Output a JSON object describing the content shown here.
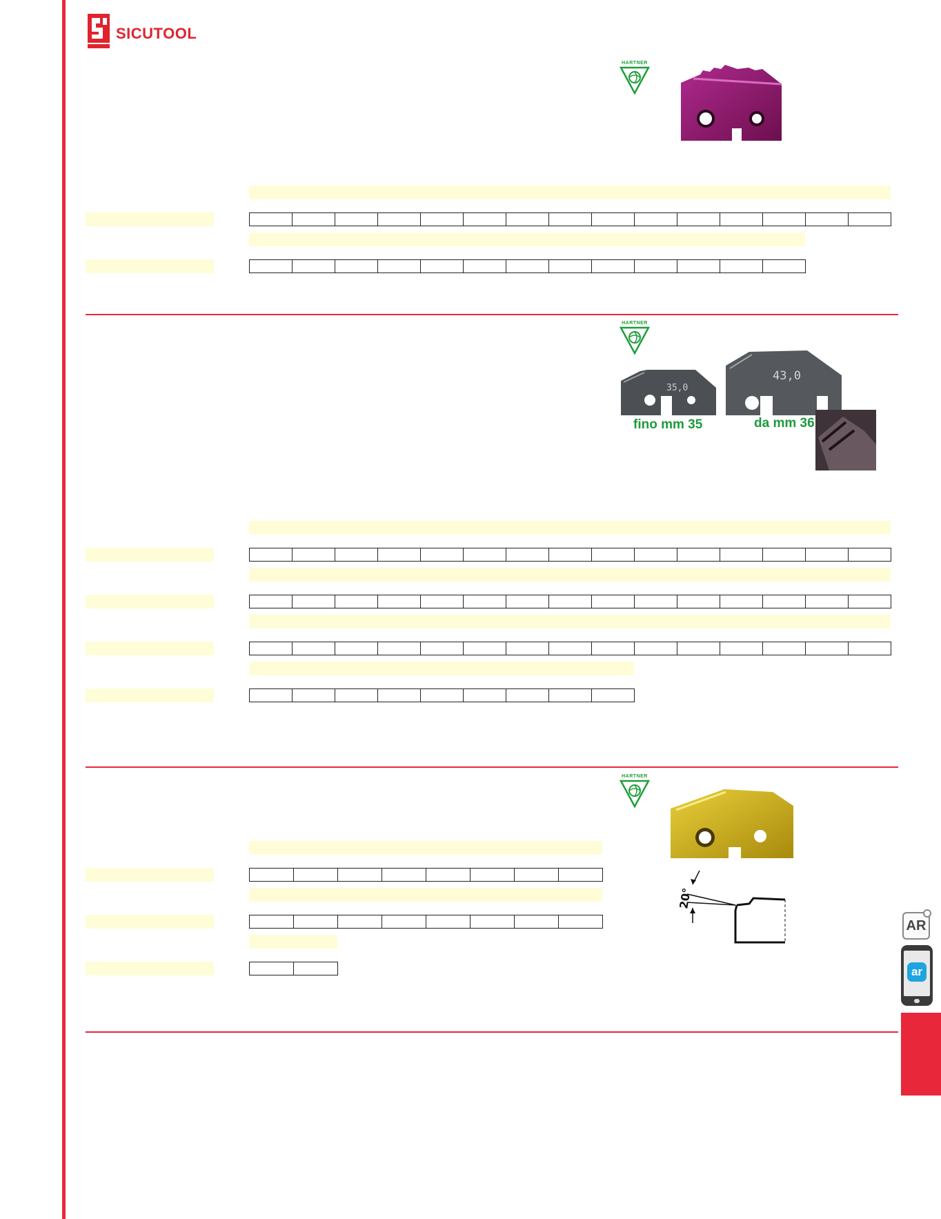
{
  "brand": {
    "name": "SICUTOOL",
    "supplier": "HARTNER",
    "color": "#e0232f"
  },
  "sections": [
    {
      "photo_text": []
    },
    {
      "photo_text": [
        "35,0",
        "43,0"
      ],
      "captions": [
        "fino mm 35",
        "da mm 36"
      ]
    },
    {
      "photo_text": [],
      "angle_label": "20°"
    }
  ],
  "side": {
    "ar_label": "AR",
    "ar_app_label": "ar"
  }
}
